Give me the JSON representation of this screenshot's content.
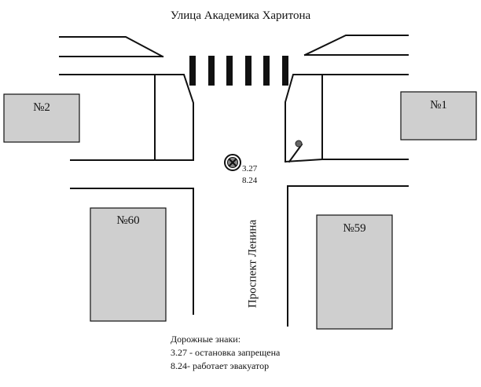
{
  "streets": {
    "top": "Улица Академика Харитона",
    "vertical": "Проспект Ленина"
  },
  "buildings": {
    "b2": "№2",
    "b1": "№1",
    "b60": "№60",
    "b59": "№59"
  },
  "sign": {
    "code_a": "3.27",
    "code_b": "8.24"
  },
  "legend": {
    "title": "Дорожные знаки:",
    "line1": "3.27 - остановка  запрещена",
    "line2": "8.24-   работает эвакуатор"
  },
  "colors": {
    "building_fill": "#cfcfcf",
    "line": "#111111"
  },
  "icons": {
    "sign": "no-stopping-sign-icon",
    "marker": "parking-marker-icon"
  }
}
